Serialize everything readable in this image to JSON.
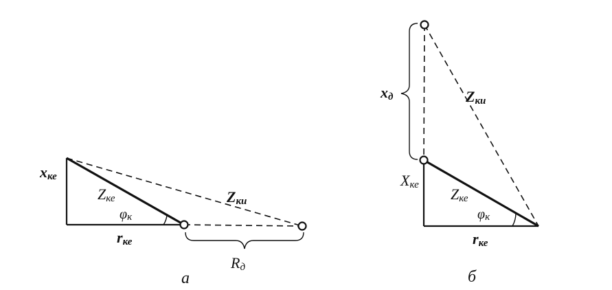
{
  "diagram_a": {
    "caption": "а",
    "x_ke": "x",
    "x_ke_sub": "ке",
    "z_ke": "Z",
    "z_ke_sub": "ке",
    "phi": "φ",
    "phi_sub": "к",
    "r_ke": "r",
    "r_ke_sub": "ке",
    "z_ki": "Z",
    "z_ki_sub": "ки",
    "r_d": "R",
    "r_d_sub": "д"
  },
  "diagram_b": {
    "caption": "б",
    "x_d": "x",
    "x_d_sub": "д",
    "z_ki": "Z",
    "z_ki_sub": "ки",
    "x_ke": "X",
    "x_ke_sub": "ке",
    "z_ke": "Z",
    "z_ke_sub": "ке",
    "phi": "φ",
    "phi_sub": "к",
    "r_ke": "r",
    "r_ke_sub": "ке"
  }
}
